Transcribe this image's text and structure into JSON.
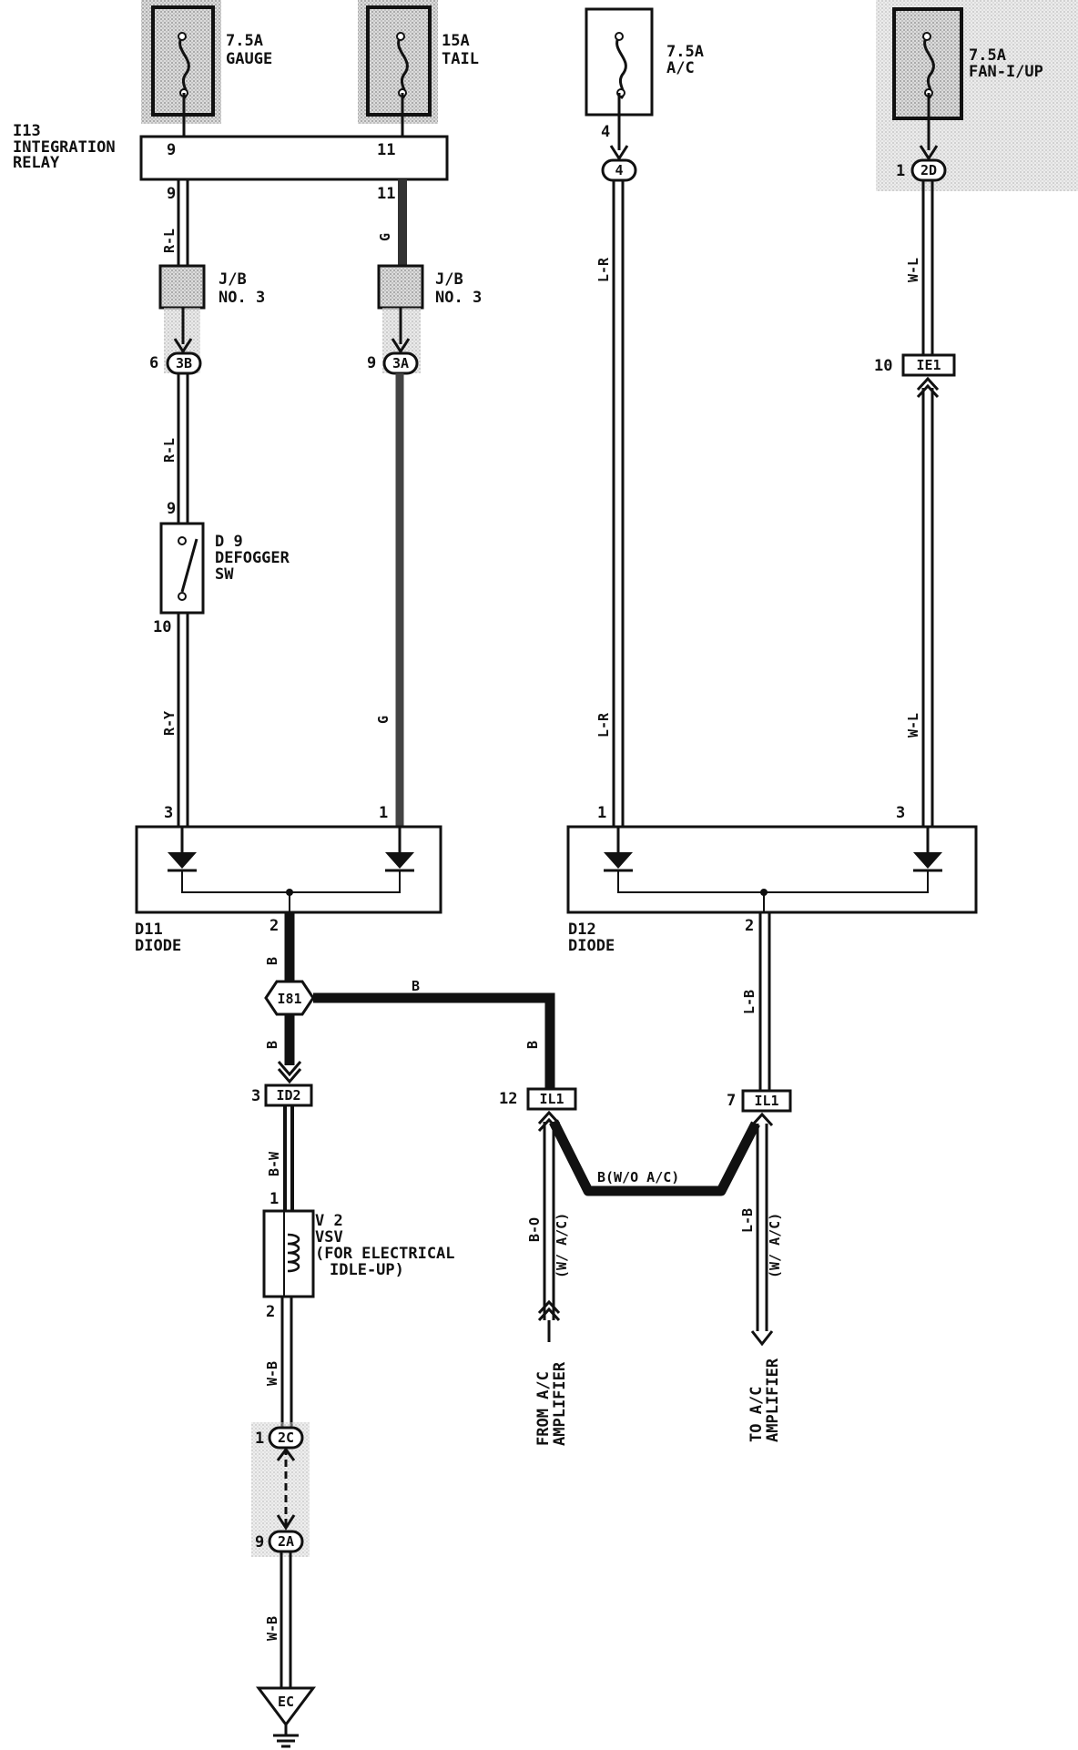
{
  "fuses": {
    "gauge": {
      "rating": "7.5A",
      "name": "GAUGE"
    },
    "tail": {
      "rating": "15A",
      "name": "TAIL"
    },
    "ac": {
      "rating": "7.5A",
      "name": "A/C"
    },
    "fan": {
      "rating": "7.5A",
      "name": "FAN-I/UP"
    }
  },
  "relay": {
    "id": "I13",
    "name1": "INTEGRATION",
    "name2": "RELAY",
    "pin_left": "9",
    "pin_right": "11"
  },
  "pins": {
    "relay_out_left": "9",
    "relay_out_right": "11",
    "jb3b": "6",
    "jb3a": "9",
    "defog_in": "9",
    "defog_out": "10",
    "d11_left": "3",
    "d11_right": "1",
    "d11_out": "2",
    "ac_pin": "4",
    "fan_pin": "1",
    "ie1_pin": "10",
    "d12_left": "1",
    "d12_right": "3",
    "d12_out": "2",
    "id2_pin": "3",
    "il1_left_pin": "12",
    "il1_right_pin": "7",
    "vsv_in": "1",
    "vsv_out": "2",
    "c2c_pin": "1",
    "c2a_pin": "9"
  },
  "jb": {
    "left": {
      "line1": "J/B",
      "line2": "NO. 3"
    },
    "right": {
      "line1": "J/B",
      "line2": "NO. 3"
    }
  },
  "connectors": {
    "c3b": "3B",
    "c3a": "3A",
    "c4": "4",
    "c2d": "2D",
    "ie1": "IE1",
    "i81": "I81",
    "id2": "ID2",
    "il1_left": "IL1",
    "il1_right": "IL1",
    "c2c": "2C",
    "c2a": "2A",
    "ground": "EC"
  },
  "defogger": {
    "id": "D 9",
    "line1": "DEFOGGER",
    "line2": "SW"
  },
  "diodes": {
    "d11": {
      "id": "D11",
      "name": "DIODE"
    },
    "d12": {
      "id": "D12",
      "name": "DIODE"
    }
  },
  "vsv": {
    "id": "V 2",
    "line1": "VSV",
    "line2": "(FOR ELECTRICAL",
    "line3": "IDLE-UP)"
  },
  "wires": {
    "rl_top": "R-L",
    "rl_mid": "R-L",
    "ry": "R-Y",
    "g_top": "G",
    "g_mid": "G",
    "lr_top": "L-R",
    "lr_bot": "L-R",
    "wl_top": "W-L",
    "wl_bot": "W-L",
    "b_d11": "B",
    "b_top": "B",
    "b_down": "B",
    "b_right": "B",
    "lb": "L-B",
    "bw": "B-W",
    "wb1": "W-B",
    "wb2": "W-B",
    "bo": "B-O",
    "bo_cond": "(W/ A/C)",
    "lb2": "L-B",
    "lb2_cond": "(W/ A/C)",
    "b_woac": "B(W/O A/C)"
  },
  "amplifiers": {
    "from1": "FROM A/C",
    "from2": "AMPLIFIER",
    "to1": "TO A/C",
    "to2": "AMPLIFIER"
  },
  "colors": {
    "ink": "#111111",
    "shade": "#c9c9c9",
    "wire_g": "#555555"
  }
}
